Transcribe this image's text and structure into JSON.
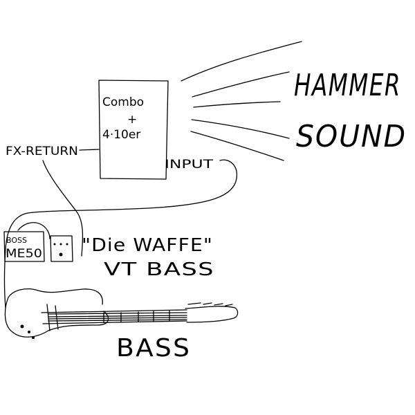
{
  "amp": {
    "line1": "Combo",
    "line2": "+",
    "line3": "4·10er"
  },
  "labels": {
    "fx_return": "FX-RETURN",
    "input": "INPUT",
    "hammer": "HAMMER",
    "sound": "SOUND",
    "die_waffe": "\"Die WAFFE\"",
    "vt_bass": "VT BASS",
    "bass": "BASS"
  },
  "pedal": {
    "brand": "BOSS",
    "model": "ME50"
  }
}
